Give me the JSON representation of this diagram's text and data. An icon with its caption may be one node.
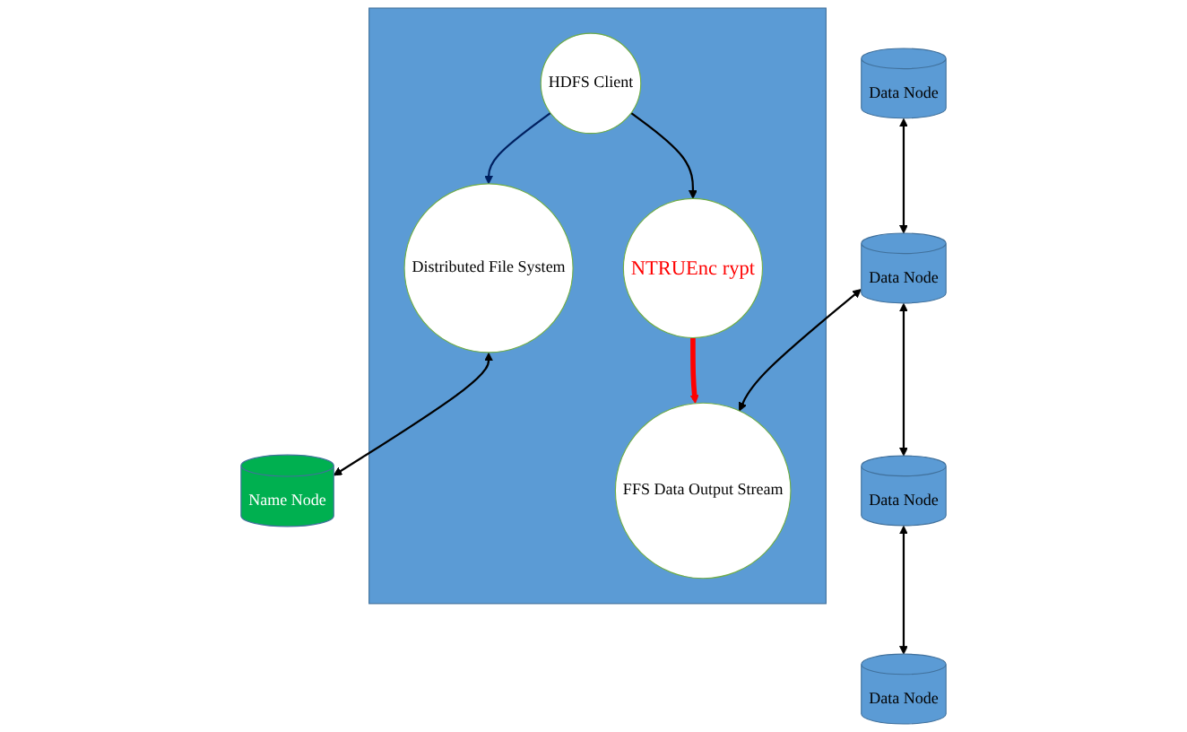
{
  "diagram": {
    "nodes": [
      {
        "text": [
          "Data Node"
        ]
      },
      {
        "text": [
          "Data Node"
        ]
      },
      {
        "text": [
          "Data Node"
        ]
      },
      {
        "text": [
          "Data Node"
        ]
      },
      {
        "text": [],
        "shape": "box"
      },
      {
        "text": [
          "FFS Data Output Stream"
        ],
        "in": 4
      },
      {
        "text": [
          "NTRUEnc rypt"
        ],
        "in": 4
      },
      {
        "text": [
          "HDFS Client"
        ],
        "in": 4
      },
      {
        "text": [
          "Distributed File System"
        ],
        "in": 4
      },
      {
        "text": [
          "Name Node"
        ]
      }
    ],
    "edges": [
      {
        "from": 0,
        "to": 1,
        "arrow": "both"
      },
      {
        "from": 1,
        "to": 2,
        "arrow": "both"
      },
      {
        "from": 2,
        "to": 3,
        "arrow": "both"
      },
      {
        "from": 1,
        "to": 5,
        "arrow": "both"
      },
      {
        "from": 6,
        "to": 5,
        "arrow": "to",
        "style": "thick",
        "color": "#ff0000"
      },
      {
        "from": 7,
        "to": 6,
        "arrow": "to"
      },
      {
        "from": 7,
        "to": 8,
        "arrow": "to",
        "color": "#002060"
      },
      {
        "from": 8,
        "to": 9,
        "arrow": "both"
      }
    ]
  }
}
